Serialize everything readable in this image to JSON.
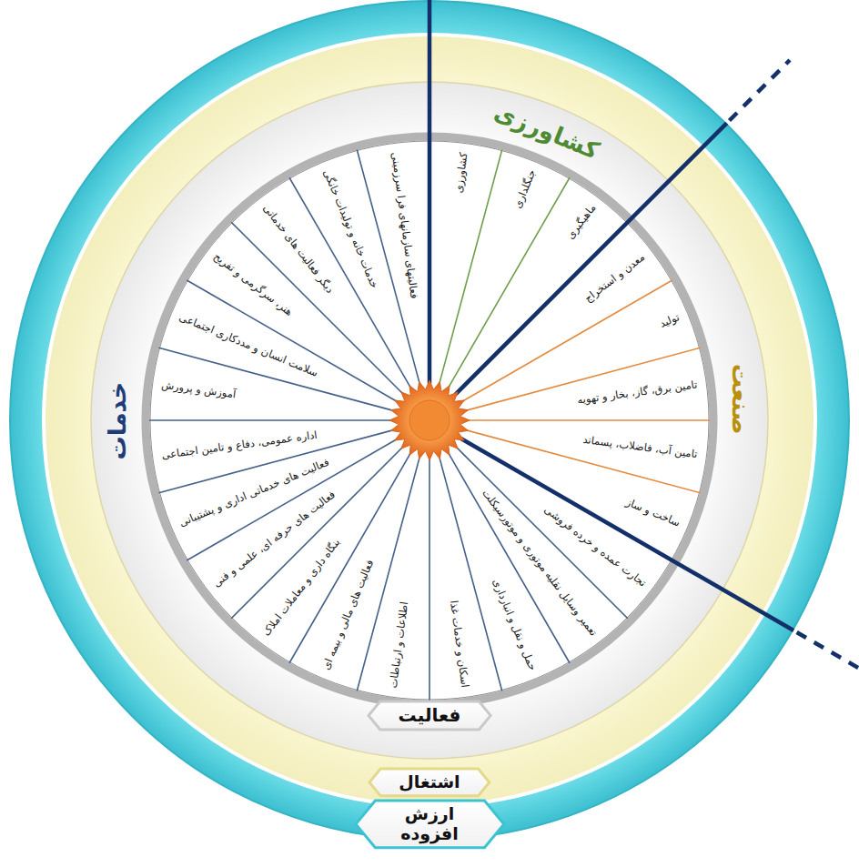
{
  "diagram": {
    "nodes": [
      {
        "text": [
          "فعالیت"
        ]
      },
      {
        "text": [
          "اشتغال"
        ]
      },
      {
        "text": [
          "ارزش افزوده"
        ]
      }
    ],
    "labels": [
      "کشاورزی",
      "صنعت",
      "خدمات",
      "کشاورزی",
      "جنگلداری",
      "ماهیگیری",
      "معدن و استخراج",
      "تولید",
      "تامین برق، گاز، بخار و تهویه",
      "تامین آب، فاضلاب، پسماند",
      "ساخت و ساز",
      "تجارت عمده و خرده فروشی",
      "تعمیر وسایل نقلیه موتوری و موتورسیکلت",
      "حمل و نقل و انبارداری",
      "اسکان و خدمات غذا",
      "اطلاعات و ارتباطات",
      "فعالیت های مالی و بیمه ای",
      "بنگاه داری و معاملات املاک",
      "فعالیت های حرفه ای، علمی و فنی",
      "فعالیت های خدماتی اداری و پشتیبانی",
      "اداره عمومی، دفاع و تامین اجتماعی",
      "آموزش و پرورش",
      "سلامت انسان و مددکاری اجتماعی",
      "هنر، سرگرمی و تفریح",
      "دیگر فعالیت های خدماتی",
      "خدمات خانه و تولیدات خانگی",
      "فعالیتهای سازمانهای فرا سرزمینی"
    ]
  }
}
